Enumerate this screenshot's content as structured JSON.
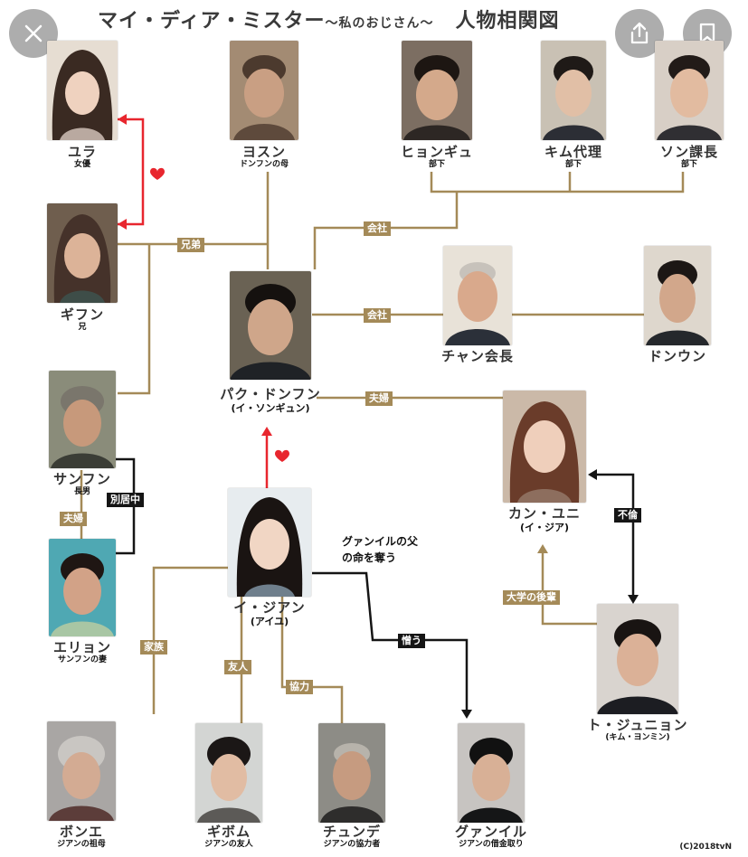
{
  "title": {
    "main": "マイ・ディア・ミスター",
    "sub": "〜私のおじさん〜",
    "suffix": "人物相関図"
  },
  "buttons": {
    "close_icon": "close-icon",
    "share_icon": "share-icon",
    "bookmark_icon": "bookmark-icon"
  },
  "people": {
    "yura": {
      "name": "ユラ",
      "role": "女優"
    },
    "yosun": {
      "name": "ヨスン",
      "role": "ドンフンの母"
    },
    "hyongyu": {
      "name": "ヒョンギュ",
      "role": "部下"
    },
    "kim": {
      "name": "キム代理",
      "role": "部下"
    },
    "son": {
      "name": "ソン課長",
      "role": "部下"
    },
    "giffan": {
      "name": "ギフン",
      "role": "兄"
    },
    "donghoon": {
      "name": "パク・ドンフン",
      "role": "(イ・ソンギュン)"
    },
    "chan": {
      "name": "チャン会長",
      "role": ""
    },
    "donwoon": {
      "name": "ドンウン",
      "role": ""
    },
    "sanfun": {
      "name": "サンフン",
      "role": "長男"
    },
    "yuni": {
      "name": "カン・ユニ",
      "role": "(イ・ジア)"
    },
    "elyon": {
      "name": "エリョン",
      "role": "サンフンの妻"
    },
    "jian": {
      "name": "イ・ジアン",
      "role": "(アイユ)"
    },
    "junyon": {
      "name": "ト・ジュニョン",
      "role": "(キム・ヨンミン)"
    },
    "bonge": {
      "name": "ボンエ",
      "role": "ジアンの祖母"
    },
    "gibom": {
      "name": "ギボム",
      "role": "ジアンの友人"
    },
    "chunde": {
      "name": "チュンデ",
      "role": "ジアンの協力者"
    },
    "guanil": {
      "name": "グァンイル",
      "role": "ジアンの借金取り"
    }
  },
  "relations": {
    "brothers": "兄弟",
    "company1": "会社",
    "company2": "会社",
    "married1": "夫婦",
    "married2": "夫婦",
    "separated": "別居中",
    "affair": "不倫",
    "college": "大学の後輩",
    "family": "家族",
    "friend": "友人",
    "help": "協力",
    "hate": "憎う"
  },
  "annotation": {
    "line1": "グァンイルの父",
    "line2": "の命を奪う"
  },
  "copyright": "(C)2018tvN",
  "colors": {
    "tan": "#a48a58",
    "black": "#151515",
    "red": "#e8262e"
  }
}
